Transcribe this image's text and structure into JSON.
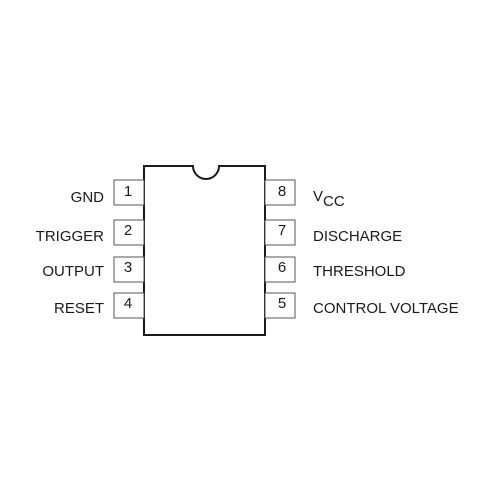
{
  "ic": {
    "pins_left": [
      {
        "number": "1",
        "label": "GND"
      },
      {
        "number": "2",
        "label": "TRIGGER"
      },
      {
        "number": "3",
        "label": "OUTPUT"
      },
      {
        "number": "4",
        "label": "RESET"
      }
    ],
    "pins_right": [
      {
        "number": "8",
        "label_main": "V",
        "label_sub": "CC"
      },
      {
        "number": "7",
        "label": "DISCHARGE"
      },
      {
        "number": "6",
        "label": "THRESHOLD"
      },
      {
        "number": "5",
        "label": "CONTROL VOLTAGE"
      }
    ],
    "colors": {
      "outline": "#1a1a1a",
      "pin_box": "#555555",
      "background": "#ffffff"
    }
  }
}
